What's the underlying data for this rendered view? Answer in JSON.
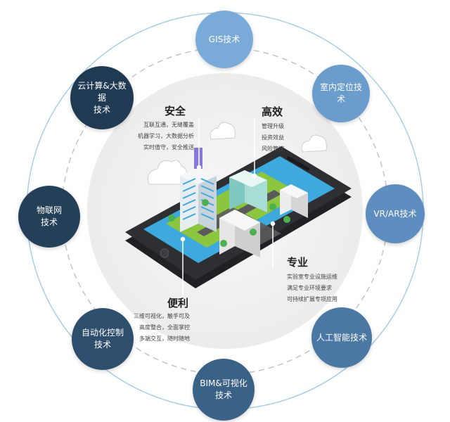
{
  "nodes": [
    {
      "id": "gis",
      "label": "GIS技术",
      "color": "#7aabd8",
      "icon": "gis-node"
    },
    {
      "id": "indoor",
      "label": "室内定位技术",
      "color": "#6a9ccc",
      "icon": "indoor-positioning-node"
    },
    {
      "id": "vrar",
      "label": "VR/AR技术",
      "color": "#5e8dbf",
      "icon": "vr-ar-node"
    },
    {
      "id": "ai",
      "label": "人工智能技术",
      "color": "#4b77a3",
      "icon": "ai-node"
    },
    {
      "id": "bim",
      "label": "BIM&可视化\n技术",
      "color": "#3a6186",
      "icon": "bim-node"
    },
    {
      "id": "auto",
      "label": "自动化控制\n技术",
      "color": "#2d4e6c",
      "icon": "automation-node"
    },
    {
      "id": "iot",
      "label": "物联网\n技术",
      "color": "#243f58",
      "icon": "iot-node"
    },
    {
      "id": "cloud",
      "label": "云计算&大数据\n技术",
      "color": "#1f3a52",
      "icon": "cloud-bigdata-node"
    }
  ],
  "features": {
    "safety": {
      "title": "安全",
      "lines": [
        "互联互通，无缝覆盖",
        "机器学习，大数据分析",
        "实时值守，安全推送"
      ]
    },
    "efficiency": {
      "title": "高效",
      "lines": [
        "管理升级",
        "投资效益",
        "风险管控"
      ]
    },
    "professional": {
      "title": "专业",
      "lines": [
        "实验室专业设施运维",
        "满足专业环境要求",
        "可持续扩展专项应用"
      ]
    },
    "convenience": {
      "title": "便利",
      "lines": [
        "三维可视化，触手可及",
        "高度整合，全面掌控",
        "多端交互，随时随地"
      ]
    }
  },
  "colors": {
    "outer_ring": "#a9cde6",
    "dashed_ring": "#c3c3c3",
    "center_disc": "#f1f1f1",
    "phone_body": "#2d2f33",
    "screen": "#3ea9dc",
    "grass": "#8cc63f"
  }
}
